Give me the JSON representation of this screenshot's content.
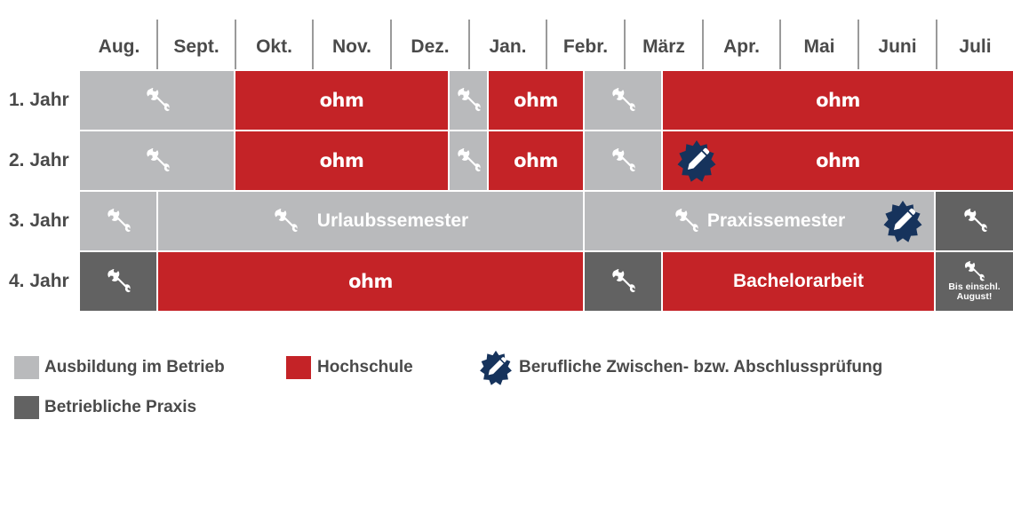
{
  "colors": {
    "ausbildung": "#b9babc",
    "hochschule": "#c42327",
    "praxis": "#626262",
    "badge": "#16335c"
  },
  "months": [
    "Aug.",
    "Sept.",
    "Okt.",
    "Nov.",
    "Dez.",
    "Jan.",
    "Febr.",
    "März",
    "Apr.",
    "Mai",
    "Juni",
    "Juli"
  ],
  "logo_text": "ohm",
  "years": {
    "y1": "1. Jahr",
    "y2": "2. Jahr",
    "y3": "3. Jahr",
    "y4": "4. Jahr"
  },
  "segments": {
    "urlaubssemester": "Urlaubssemester",
    "praxissemester": "Praxissemester",
    "bachelorarbeit": "Bachelorarbeit",
    "note_line1": "Bis einschl.",
    "note_line2": "August!"
  },
  "icons": {
    "wrench": "wrench-icon",
    "badge": "pencil-badge-icon"
  },
  "legend": {
    "ausbildung": "Ausbildung im Betrieb",
    "hochschule": "Hochschule",
    "pruefung": "Berufliche Zwischen- bzw. Abschlussprüfung",
    "praxis": "Betriebliche Praxis"
  }
}
